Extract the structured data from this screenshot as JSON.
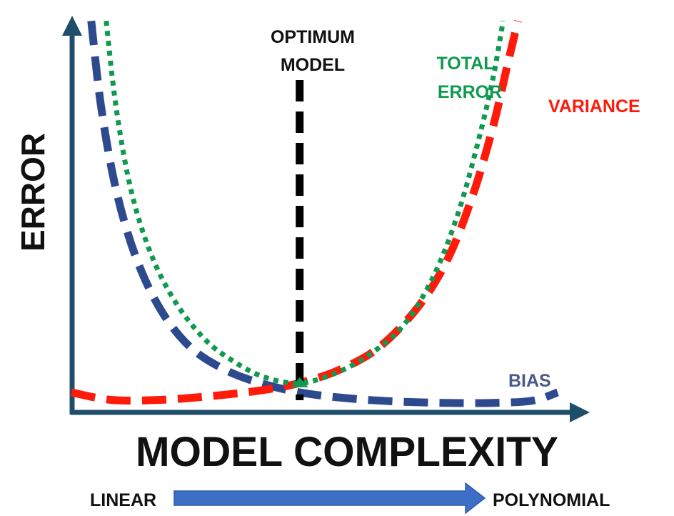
{
  "colors": {
    "axis": "#1f4e6b",
    "bias": "#2e4a8f",
    "variance": "#ff1a0a",
    "total_error": "#0f9a4f",
    "optimum": "#000000",
    "complexity_arrow": "#3d6fc6",
    "text_dark": "#111111",
    "bias_label": "#4a5a8a"
  },
  "chart_data": {
    "type": "line",
    "ylabel": "ERROR",
    "xlabel": "MODEL COMPLEXITY",
    "x_scale": {
      "start": "LINEAR",
      "end": "POLYNOMIAL"
    },
    "optimum_label": [
      "OPTIMUM",
      "MODEL"
    ],
    "xlim": [
      0,
      1
    ],
    "ylim": [
      0,
      1
    ],
    "optimum_x": 0.46,
    "series": [
      {
        "name": "BIAS",
        "color": "#2e4a8f",
        "style": "dashed",
        "x": [
          0.04,
          0.06,
          0.09,
          0.13,
          0.18,
          0.24,
          0.31,
          0.38,
          0.46,
          0.55,
          0.65,
          0.75,
          0.85,
          0.93,
          0.98
        ],
        "values": [
          1.03,
          0.8,
          0.58,
          0.4,
          0.26,
          0.16,
          0.1,
          0.065,
          0.04,
          0.025,
          0.016,
          0.012,
          0.012,
          0.018,
          0.04
        ]
      },
      {
        "name": "VARIANCE",
        "color": "#ff1a0a",
        "style": "dashed",
        "x": [
          0.0,
          0.08,
          0.18,
          0.28,
          0.38,
          0.46,
          0.54,
          0.62,
          0.7,
          0.76,
          0.81,
          0.85,
          0.88,
          0.9
        ],
        "values": [
          0.04,
          0.02,
          0.02,
          0.03,
          0.045,
          0.065,
          0.1,
          0.16,
          0.27,
          0.4,
          0.57,
          0.75,
          0.92,
          1.03
        ]
      },
      {
        "name": "TOTAL ERROR",
        "color": "#0f9a4f",
        "style": "dotted",
        "x": [
          0.07,
          0.09,
          0.12,
          0.16,
          0.21,
          0.27,
          0.33,
          0.39,
          0.46,
          0.53,
          0.6,
          0.67,
          0.73,
          0.78,
          0.82,
          0.85,
          0.87
        ],
        "values": [
          1.03,
          0.8,
          0.58,
          0.41,
          0.28,
          0.18,
          0.12,
          0.08,
          0.065,
          0.09,
          0.14,
          0.22,
          0.35,
          0.52,
          0.71,
          0.88,
          1.03
        ]
      }
    ]
  }
}
